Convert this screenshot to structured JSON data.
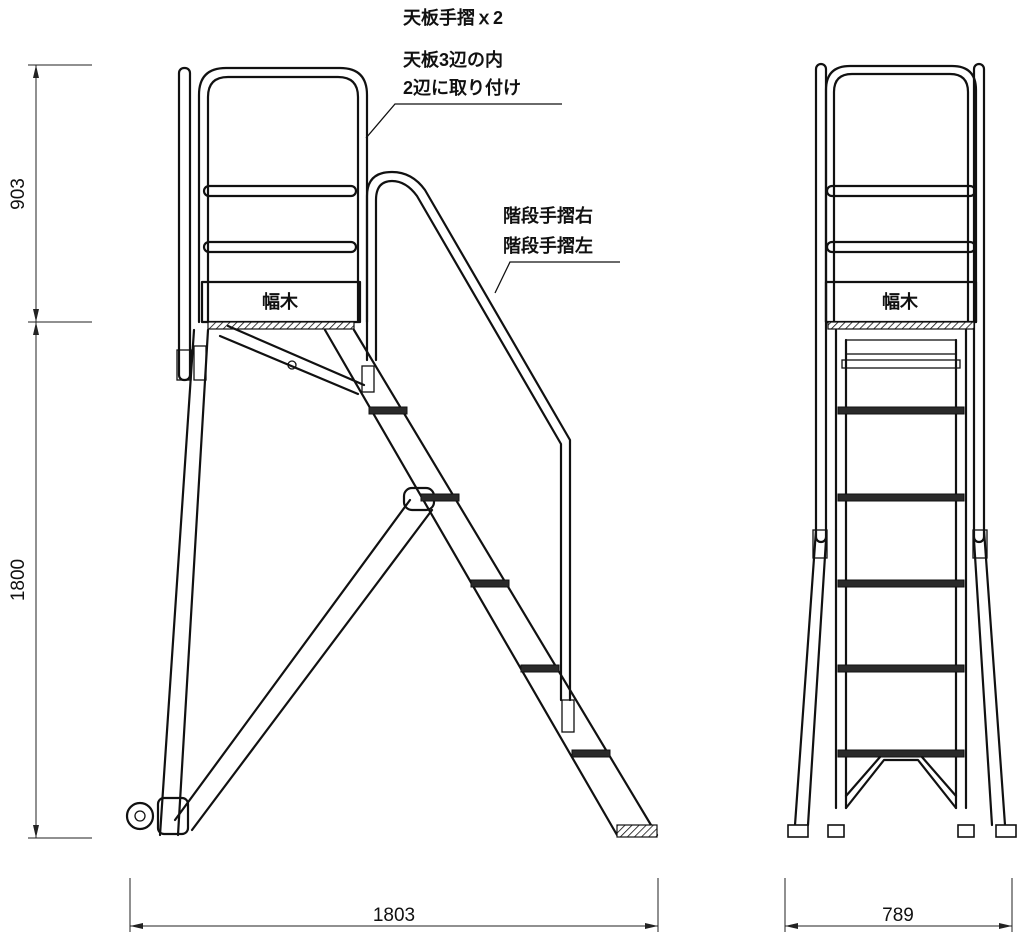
{
  "labels": {
    "top_handrail": "天板手摺ｘ2",
    "mount_line1": "天板3辺の内",
    "mount_line2": "2辺に取り付け",
    "stair_right": "階段手摺右",
    "stair_left": "階段手摺左",
    "toe_board_side": "幅木",
    "toe_board_front": "幅木"
  },
  "dimensions": {
    "handrail_height": "903",
    "platform_height": "1800",
    "depth": "1803",
    "width": "789"
  }
}
